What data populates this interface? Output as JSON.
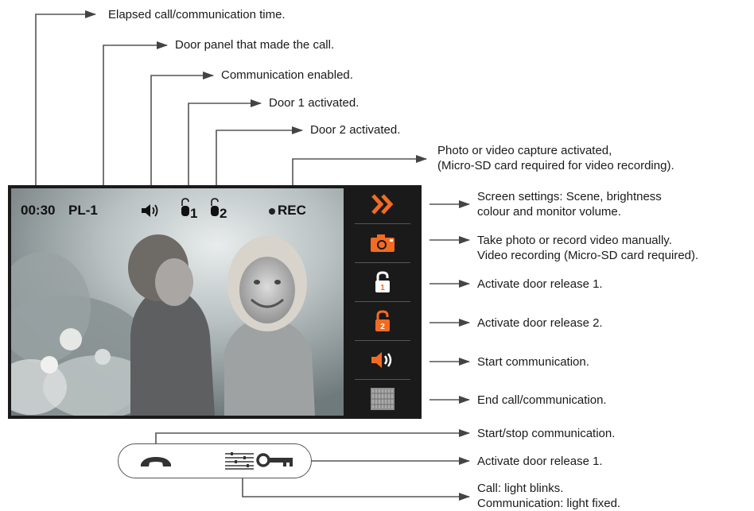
{
  "osd": {
    "time": "00:30",
    "panel": "PL-1",
    "door1_index": "1",
    "door2_index": "2",
    "rec": "REC"
  },
  "top_callouts": [
    "Elapsed call/communication time.",
    "Door panel that made the call.",
    "Communication enabled.",
    "Door 1 activated.",
    "Door 2 activated."
  ],
  "rec_callout": {
    "line1": "Photo or video capture activated,",
    "line2": "(Micro-SD card required for video recording)."
  },
  "side_callouts": [
    {
      "line1": "Screen settings: Scene, brightness",
      "line2": "colour and monitor volume."
    },
    {
      "line1": "Take photo or record video manually.",
      "line2": "Video recording (Micro-SD card required)."
    },
    {
      "line1": "Activate door release 1.",
      "line2": ""
    },
    {
      "line1": "Activate door release 2.",
      "line2": ""
    },
    {
      "line1": "Start communication.",
      "line2": ""
    },
    {
      "line1": "End call/communication.",
      "line2": ""
    }
  ],
  "bottom_callouts": [
    {
      "line1": "Start/stop communication.",
      "line2": ""
    },
    {
      "line1": "Activate door release 1.",
      "line2": ""
    },
    {
      "line1": "Call: light blinks.",
      "line2": "Communication: light fixed."
    }
  ],
  "side_buttons": [
    {
      "icon": "chevron-double-right-icon"
    },
    {
      "icon": "camera-icon",
      "badge": ""
    },
    {
      "icon": "padlock-icon",
      "badge": "1"
    },
    {
      "icon": "padlock-icon",
      "badge": "2"
    },
    {
      "icon": "speaker-icon"
    },
    {
      "icon": "end-call-icon"
    }
  ],
  "colors": {
    "accent": "#f26b21",
    "screen_bg": "#1a1a1a",
    "line": "#555555"
  }
}
